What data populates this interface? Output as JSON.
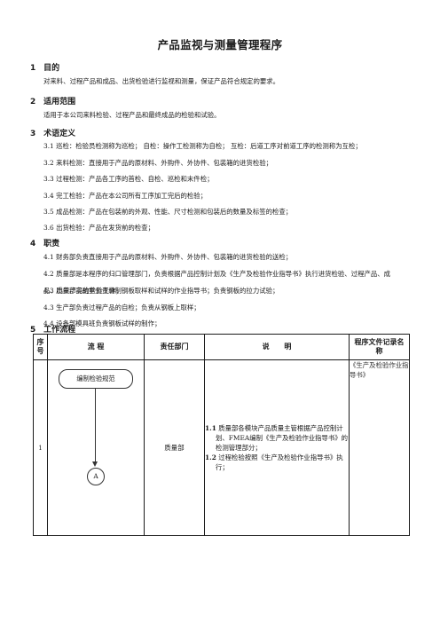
{
  "title": "产品监视与测量管理程序",
  "sections": {
    "s1": {
      "num": "1",
      "title": "目的",
      "text": "对来料、过程产品和成品、出货检验进行监视和测量，保证产品符合规定的要求。"
    },
    "s2": {
      "num": "2",
      "title": "适用范围",
      "text": "适用于本公司来料检验、过程产品和最终成品的检验和试验。"
    },
    "s3": {
      "num": "3",
      "title": "术语定义",
      "items": [
        "3.1  巡检：检验员检测称为巡检；  自检：操作工检测称为自检；    互检：后道工序对前道工序的检测称为互检；",
        "3.2 来料检测：直接用于产品的原材料、外购件、外协件、包装箱的进货检验；",
        "3.3 过程检测：产品各工序的首检、自检、巡检和末件检；",
        "3.4  完工检验：产品在本公司所有工序加工完后的检验；",
        "3.5 成品检测：产品在包装前的外观、性能、尺寸检测和包装后的数量及标签的检查；",
        "3.6 出货检验：产品在发货前的检查；"
      ]
    },
    "s4": {
      "num": "4",
      "title": "职责",
      "items": [
        "4.1 财务部负责直接用于产品的原材料、外购件、外协件、包装箱的进货检验的送检；",
        "4.2  质量部是本程序的归口管理部门，负责根据产品控制计划及《生产及检验作业指导书》执行进货检验、过程产品、成品、出货产品的检验工作；",
        "4.3 质量部实验室负责编制钢板取样和试样的作业指导书；负责钢板的拉力试验；",
        "4.3  生产部负责过程产品的自检；负责从钢板上取样；",
        "4.4 设备部模具班负责钢板试样的制作；"
      ]
    },
    "s5": {
      "num": "5",
      "title": "工作流程"
    }
  },
  "table": {
    "headers": {
      "num": "序号",
      "flow": "流    程",
      "dept": "责任部门",
      "desc": "说      明",
      "record": "程序文件记录名称"
    },
    "rows": [
      {
        "num": "1",
        "flow_box": "编制检验规范",
        "flow_connector": "A",
        "dept": "质量部",
        "desc_1_no": "1.1",
        "desc_1": "质量部各模块产品质量主管根据产品控制计划、FMEA编制《生产及检验作业指导书》的检测管理部分；",
        "desc_2_no": "1.2",
        "desc_2": "过程检验按照《生产及检验作业指导书》执行；",
        "record": "《生产及检验作业指导书》"
      }
    ]
  }
}
